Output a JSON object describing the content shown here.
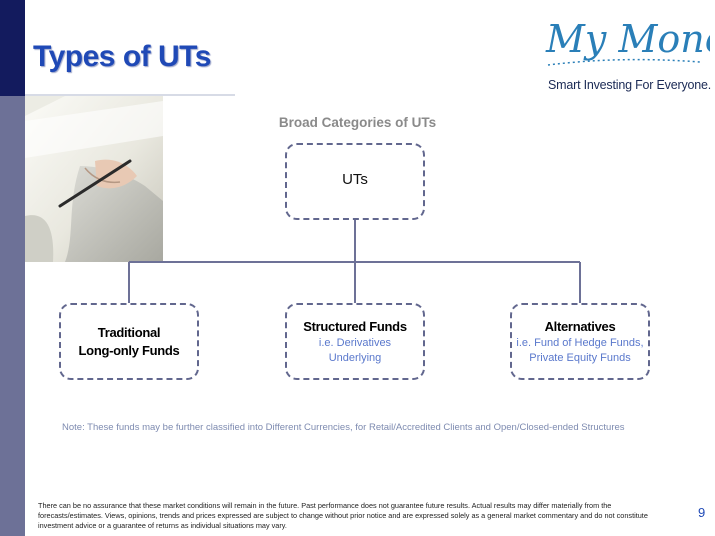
{
  "slide": {
    "title": "Types of UTs",
    "page_number": "9"
  },
  "logo": {
    "brand": "My Money",
    "tagline": "Smart Investing For Everyone."
  },
  "diagram": {
    "title": "Broad Categories of UTs",
    "root": {
      "label": "UTs"
    },
    "children": [
      {
        "title_line1": "Traditional",
        "title_line2": "Long-only Funds",
        "sub_line1": "",
        "sub_line2": ""
      },
      {
        "title_line1": "Structured Funds",
        "title_line2": "",
        "sub_line1": "i.e. Derivatives",
        "sub_line2": "Underlying"
      },
      {
        "title_line1": "Alternatives",
        "title_line2": "",
        "sub_line1": "i.e. Fund of Hedge Funds,",
        "sub_line2": "Private Equity Funds"
      }
    ],
    "note": "Note: These funds may be further classified into Different Currencies, for Retail/Accredited Clients and Open/Closed-ended Structures"
  },
  "disclaimer": "There can be no assurance that these market conditions will remain in the future.  Past performance does not guarantee future results.  Actual results may differ materially from the forecasts/estimates. Views, opinions, trends and prices expressed are subject to change without prior notice and are expressed solely as a general market commentary and do not constitute investment advice or a guarantee of returns as individual situations may vary.",
  "colors": {
    "accent": "#1f49b6",
    "sidebar": "#6d7197",
    "sidebar_top": "#131b5e",
    "connector": "#6d7197",
    "box_border": "#62678e",
    "sub_text": "#5a78cc"
  }
}
